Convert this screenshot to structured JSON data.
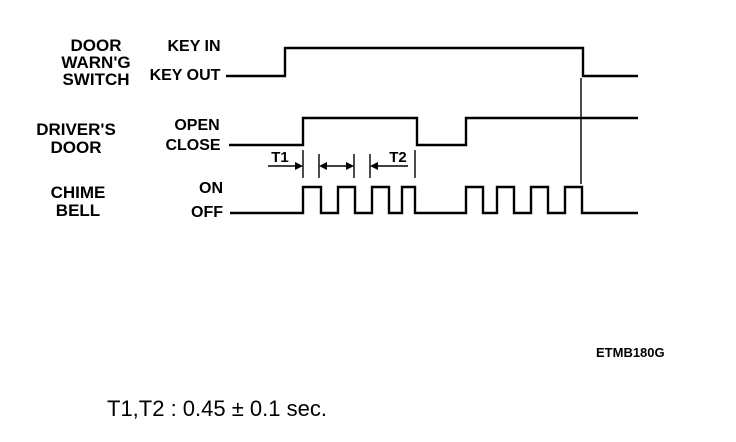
{
  "signals": [
    {
      "id": "door_warning_switch",
      "name_lines": [
        "DOOR",
        "WARN'G",
        "SWITCH"
      ],
      "high_label": "KEY IN",
      "low_label": "KEY OUT"
    },
    {
      "id": "drivers_door",
      "name_lines": [
        "DRIVER'S",
        "DOOR"
      ],
      "high_label": "OPEN",
      "low_label": "CLOSE"
    },
    {
      "id": "chime_bell",
      "name_lines": [
        "CHIME",
        "BELL"
      ],
      "high_label": "ON",
      "low_label": "OFF"
    }
  ],
  "timing_labels": {
    "t1": "T1",
    "t2": "T2"
  },
  "figure_code": "ETMB180G",
  "note": "T1,T2 : 0.45 ± 0.1 sec."
}
